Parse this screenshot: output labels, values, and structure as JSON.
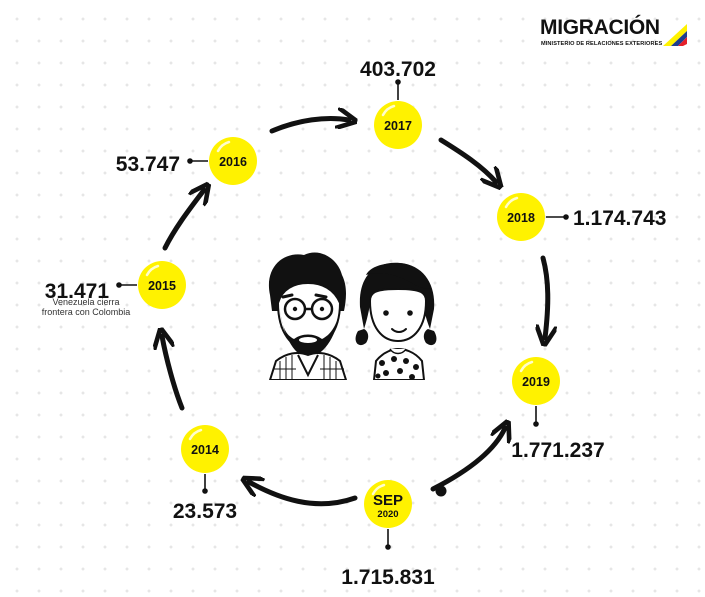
{
  "brand": {
    "name": "MIGRACIÓN",
    "subtitle": "MINISTERIO DE RELACIONES EXTERIORES",
    "colors": {
      "yellow": "#fff200",
      "blue": "#1d3d8f",
      "red": "#e4202a",
      "ink": "#111111"
    }
  },
  "illustration": {
    "icon": "man-and-girl-icon"
  },
  "chart_data": {
    "type": "cycle",
    "title": "",
    "points": [
      {
        "year": "2014",
        "value": "23.573"
      },
      {
        "year": "2015",
        "value": "31.471",
        "note": [
          "Venezuela cierra",
          "frontera con Colombia"
        ]
      },
      {
        "year": "2016",
        "value": "53.747"
      },
      {
        "year": "2017",
        "value": "403.702"
      },
      {
        "year": "2018",
        "value": "1.174.743"
      },
      {
        "year": "2019",
        "value": "1.771.237"
      },
      {
        "year": "2020",
        "month": "SEP",
        "value": "1.715.831"
      }
    ]
  }
}
